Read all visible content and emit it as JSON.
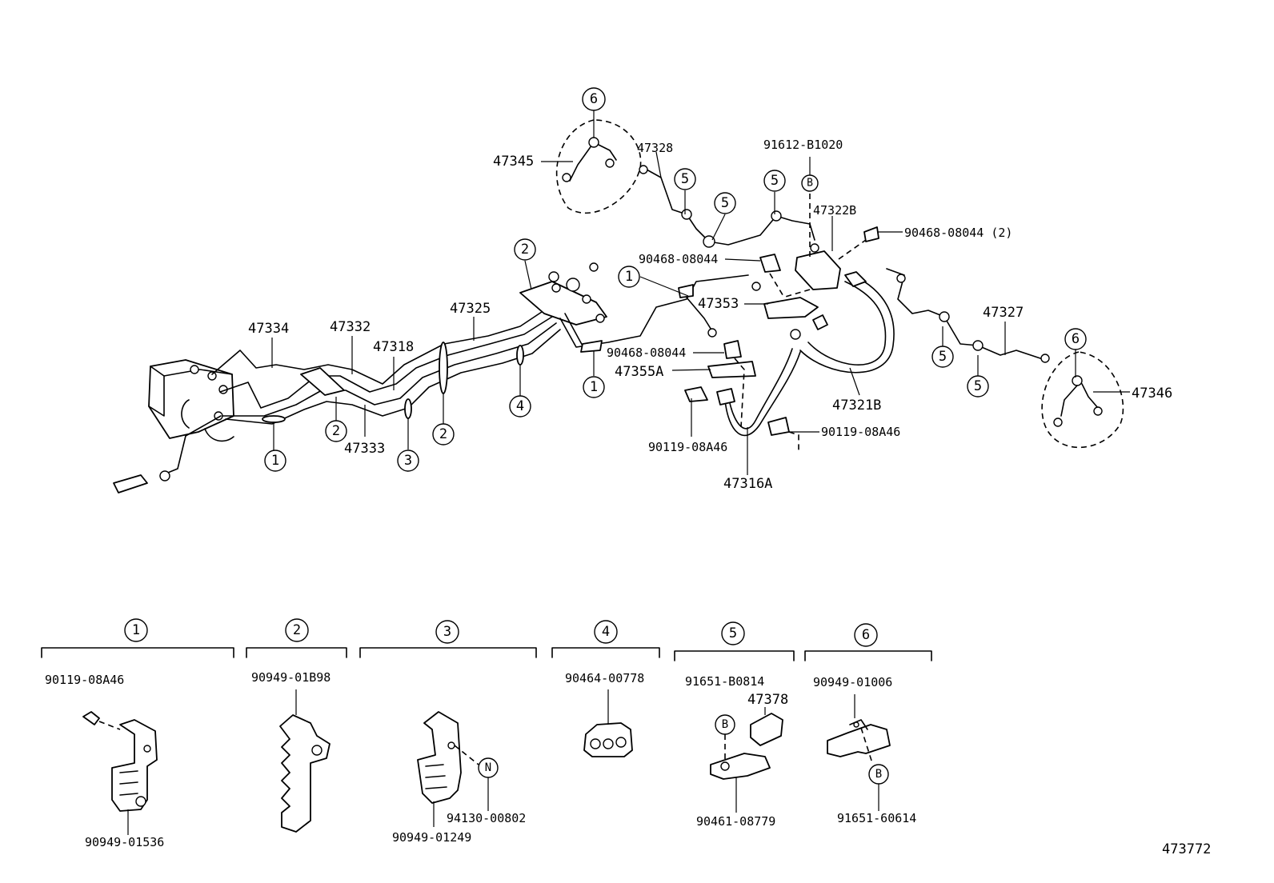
{
  "diagram": {
    "drawing_id": "473772",
    "part_labels": {
      "p47345": "47345",
      "p47328": "47328",
      "p91612_B1020": "91612-B1020",
      "p47322B": "47322B",
      "p90468_08044_2": "90468-08044 (2)",
      "p90468_08044_a": "90468-08044",
      "p47353": "47353",
      "p90468_08044_b": "90468-08044",
      "p47355A": "47355A",
      "p90119_08A46_a": "90119-08A46",
      "p90119_08A46_b": "90119-08A46",
      "p47316A": "47316A",
      "p47321B": "47321B",
      "p47327": "47327",
      "p47346": "47346",
      "p47334": "47334",
      "p47332": "47332",
      "p47318": "47318",
      "p47325": "47325",
      "p47333": "47333"
    },
    "callouts": {
      "c1": "1",
      "c2": "2",
      "c3": "3",
      "c4": "4",
      "c5": "5",
      "c6": "6",
      "b": "B",
      "n": "N"
    },
    "legend": [
      {
        "num": "1",
        "parts": [
          "90119-08A46",
          "90949-01536"
        ]
      },
      {
        "num": "2",
        "parts": [
          "90949-01B98"
        ]
      },
      {
        "num": "3",
        "parts": [
          "90949-01249",
          "94130-00802"
        ]
      },
      {
        "num": "4",
        "parts": [
          "90464-00778"
        ]
      },
      {
        "num": "5",
        "parts": [
          "91651-B0814",
          "47378",
          "90461-08779"
        ]
      },
      {
        "num": "6",
        "parts": [
          "90949-01006",
          "91651-60614"
        ]
      }
    ]
  }
}
